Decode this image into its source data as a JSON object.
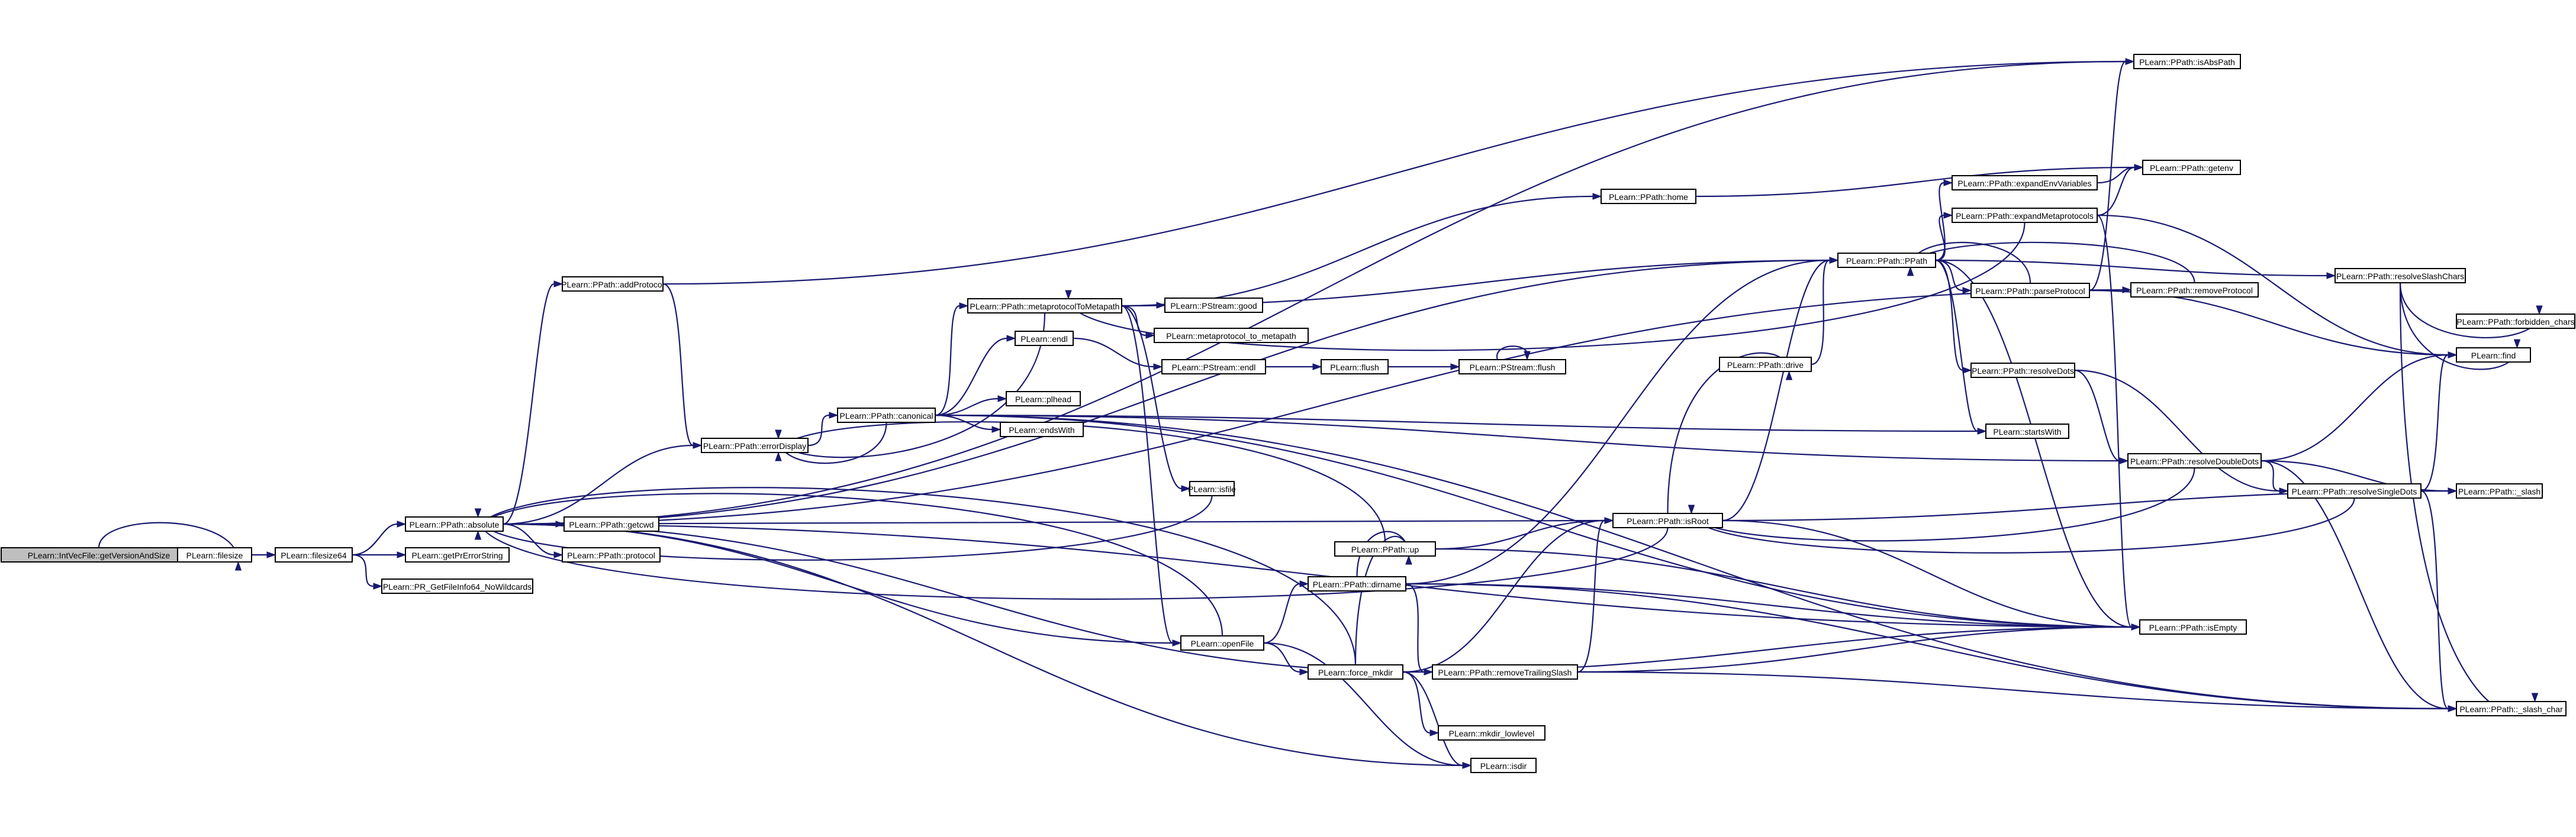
{
  "diagram": {
    "colors": {
      "edge": "#191970",
      "root_fill": "#bfbfbf",
      "node_fill": "#ffffff",
      "node_border": "#000000"
    },
    "nodes": [
      {
        "id": "root",
        "label": "PLearn::IntVecFile::getVersionAndSize"
      },
      {
        "id": "filesize",
        "label": "PLearn::filesize"
      },
      {
        "id": "filesize64",
        "label": "PLearn::filesize64"
      },
      {
        "id": "absolute",
        "label": "PLearn::PPath::absolute"
      },
      {
        "id": "getPrErrorString",
        "label": "PLearn::getPrErrorString"
      },
      {
        "id": "prgetfileinfo",
        "label": "PLearn::PR_GetFileInfo64_NoWildcards"
      },
      {
        "id": "addProtocol",
        "label": "PLearn::PPath::addProtocol"
      },
      {
        "id": "getcwd",
        "label": "PLearn::PPath::getcwd"
      },
      {
        "id": "protocol",
        "label": "PLearn::PPath::protocol"
      },
      {
        "id": "errorDisplay",
        "label": "PLearn::PPath::errorDisplay"
      },
      {
        "id": "canonical",
        "label": "PLearn::PPath::canonical"
      },
      {
        "id": "metaprotocolToMetapath",
        "label": "PLearn::PPath::metaprotocolToMetapath"
      },
      {
        "id": "endl",
        "label": "PLearn::endl"
      },
      {
        "id": "pl_head",
        "label": "PLearn::plhead"
      },
      {
        "id": "endsWith",
        "label": "PLearn::endsWith"
      },
      {
        "id": "isfile",
        "label": "PLearn::isfile"
      },
      {
        "id": "openFile",
        "label": "PLearn::openFile"
      },
      {
        "id": "pstream_good",
        "label": "PLearn::PStream::good"
      },
      {
        "id": "metaprotocol_to_metapath",
        "label": "PLearn::metaprotocol_to_metapath"
      },
      {
        "id": "pstream_endl",
        "label": "PLearn::PStream::endl"
      },
      {
        "id": "flush",
        "label": "PLearn::flush"
      },
      {
        "id": "pstream_flush",
        "label": "PLearn::PStream::flush"
      },
      {
        "id": "home",
        "label": "PLearn::PPath::home"
      },
      {
        "id": "dirname",
        "label": "PLearn::PPath::dirname"
      },
      {
        "id": "up",
        "label": "PLearn::PPath::up"
      },
      {
        "id": "force_mkdir",
        "label": "PLearn::force_mkdir"
      },
      {
        "id": "removeTrailingSlash",
        "label": "PLearn::PPath::removeTrailingSlash"
      },
      {
        "id": "mkdir_lowlevel",
        "label": "PLearn::mkdir_lowlevel"
      },
      {
        "id": "isdir",
        "label": "PLearn::isdir"
      },
      {
        "id": "drive",
        "label": "PLearn::PPath::drive"
      },
      {
        "id": "isRoot",
        "label": "PLearn::PPath::isRoot"
      },
      {
        "id": "ppath",
        "label": "PLearn::PPath::PPath"
      },
      {
        "id": "startsWith",
        "label": "PLearn::startsWith"
      },
      {
        "id": "expandEnvVariables",
        "label": "PLearn::PPath::expandEnvVariables"
      },
      {
        "id": "expandMetaprotocols",
        "label": "PLearn::PPath::expandMetaprotocols"
      },
      {
        "id": "parseProtocol",
        "label": "PLearn::PPath::parseProtocol"
      },
      {
        "id": "resolveDots",
        "label": "PLearn::PPath::resolveDots"
      },
      {
        "id": "isAbsPath",
        "label": "PLearn::PPath::isAbsPath"
      },
      {
        "id": "getenv",
        "label": "PLearn::PPath::getenv"
      },
      {
        "id": "removeProtocol",
        "label": "PLearn::PPath::removeProtocol"
      },
      {
        "id": "resolveDoubleDots",
        "label": "PLearn::PPath::resolveDoubleDots"
      },
      {
        "id": "resolveSingleDots",
        "label": "PLearn::PPath::resolveSingleDots"
      },
      {
        "id": "isEmpty",
        "label": "PLearn::PPath::isEmpty"
      },
      {
        "id": "resolveSlashChars",
        "label": "PLearn::PPath::resolveSlashChars"
      },
      {
        "id": "forbidden_chars",
        "label": "PLearn::PPath::forbidden_chars"
      },
      {
        "id": "find",
        "label": "PLearn::find"
      },
      {
        "id": "_slash",
        "label": "PLearn::PPath::_slash"
      },
      {
        "id": "_slash_char",
        "label": "PLearn::PPath::_slash_char"
      }
    ],
    "edges": [
      [
        "root",
        "filesize"
      ],
      [
        "filesize",
        "filesize64"
      ],
      [
        "filesize64",
        "absolute"
      ],
      [
        "filesize64",
        "getPrErrorString"
      ],
      [
        "filesize64",
        "prgetfileinfo"
      ],
      [
        "absolute",
        "addProtocol"
      ],
      [
        "absolute",
        "getcwd"
      ],
      [
        "absolute",
        "protocol"
      ],
      [
        "absolute",
        "errorDisplay"
      ],
      [
        "absolute",
        "isAbsPath"
      ],
      [
        "absolute",
        "ppath"
      ],
      [
        "absolute",
        "removeProtocol"
      ],
      [
        "absolute",
        "isRoot"
      ],
      [
        "absolute",
        "removeTrailingSlash"
      ],
      [
        "absolute",
        "isEmpty"
      ],
      [
        "absolute",
        "isdir"
      ],
      [
        "absolute",
        "openFile"
      ],
      [
        "addProtocol",
        "errorDisplay"
      ],
      [
        "addProtocol",
        "isAbsPath"
      ],
      [
        "errorDisplay",
        "canonical"
      ],
      [
        "canonical",
        "metaprotocolToMetapath"
      ],
      [
        "canonical",
        "errorDisplay"
      ],
      [
        "canonical",
        "endl"
      ],
      [
        "canonical",
        "pl_head"
      ],
      [
        "canonical",
        "endsWith"
      ],
      [
        "canonical",
        "startsWith"
      ],
      [
        "canonical",
        "resolveDoubleDots"
      ],
      [
        "canonical",
        "isEmpty"
      ],
      [
        "canonical",
        "_slash_char"
      ],
      [
        "metaprotocolToMetapath",
        "errorDisplay"
      ],
      [
        "metaprotocolToMetapath",
        "pstream_good"
      ],
      [
        "metaprotocolToMetapath",
        "metaprotocol_to_metapath"
      ],
      [
        "metaprotocolToMetapath",
        "home"
      ],
      [
        "metaprotocolToMetapath",
        "ppath"
      ],
      [
        "metaprotocolToMetapath",
        "isfile"
      ],
      [
        "metaprotocolToMetapath",
        "openFile"
      ],
      [
        "endl",
        "pstream_endl"
      ],
      [
        "pstream_endl",
        "flush"
      ],
      [
        "flush",
        "pstream_flush"
      ],
      [
        "pstream_flush",
        "pstream_flush"
      ],
      [
        "isfile",
        "absolute"
      ],
      [
        "home",
        "getenv"
      ],
      [
        "openFile",
        "absolute"
      ],
      [
        "openFile",
        "dirname"
      ],
      [
        "openFile",
        "force_mkdir"
      ],
      [
        "openFile",
        "isdir"
      ],
      [
        "dirname",
        "ppath"
      ],
      [
        "dirname",
        "up"
      ],
      [
        "dirname",
        "removeTrailingSlash"
      ],
      [
        "dirname",
        "isEmpty"
      ],
      [
        "dirname",
        "_slash_char"
      ],
      [
        "up",
        "errorDisplay"
      ],
      [
        "up",
        "isRoot"
      ],
      [
        "up",
        "isEmpty"
      ],
      [
        "force_mkdir",
        "absolute"
      ],
      [
        "force_mkdir",
        "up"
      ],
      [
        "force_mkdir",
        "isRoot"
      ],
      [
        "force_mkdir",
        "isEmpty"
      ],
      [
        "force_mkdir",
        "removeTrailingSlash"
      ],
      [
        "force_mkdir",
        "mkdir_lowlevel"
      ],
      [
        "force_mkdir",
        "isdir"
      ],
      [
        "removeTrailingSlash",
        "isRoot"
      ],
      [
        "removeTrailingSlash",
        "isEmpty"
      ],
      [
        "removeTrailingSlash",
        "_slash_char"
      ],
      [
        "isRoot",
        "absolute"
      ],
      [
        "isRoot",
        "drive"
      ],
      [
        "isRoot",
        "ppath"
      ],
      [
        "isRoot",
        "_slash"
      ],
      [
        "isRoot",
        "isEmpty"
      ],
      [
        "drive",
        "ppath"
      ],
      [
        "ppath",
        "expandEnvVariables"
      ],
      [
        "ppath",
        "expandMetaprotocols"
      ],
      [
        "ppath",
        "parseProtocol"
      ],
      [
        "ppath",
        "resolveDots"
      ],
      [
        "ppath",
        "resolveSlashChars"
      ],
      [
        "ppath",
        "isEmpty"
      ],
      [
        "ppath",
        "startsWith"
      ],
      [
        "expandEnvVariables",
        "getenv"
      ],
      [
        "expandMetaprotocols",
        "getenv"
      ],
      [
        "expandMetaprotocols",
        "metaprotocolToMetapath"
      ],
      [
        "expandMetaprotocols",
        "isEmpty"
      ],
      [
        "expandMetaprotocols",
        "find"
      ],
      [
        "parseProtocol",
        "isAbsPath"
      ],
      [
        "parseProtocol",
        "ppath"
      ],
      [
        "parseProtocol",
        "removeProtocol"
      ],
      [
        "parseProtocol",
        "find"
      ],
      [
        "resolveDots",
        "resolveDoubleDots"
      ],
      [
        "resolveDots",
        "resolveSingleDots"
      ],
      [
        "resolveDoubleDots",
        "isRoot"
      ],
      [
        "resolveDoubleDots",
        "find"
      ],
      [
        "resolveDoubleDots",
        "resolveSingleDots"
      ],
      [
        "resolveDoubleDots",
        "_slash"
      ],
      [
        "resolveDoubleDots",
        "_slash_char"
      ],
      [
        "resolveSingleDots",
        "isRoot"
      ],
      [
        "resolveSingleDots",
        "find"
      ],
      [
        "resolveSingleDots",
        "_slash"
      ],
      [
        "resolveSingleDots",
        "_slash_char"
      ],
      [
        "resolveSlashChars",
        "forbidden_chars"
      ],
      [
        "resolveSlashChars",
        "find"
      ],
      [
        "resolveSlashChars",
        "_slash_char"
      ],
      [
        "removeProtocol",
        "ppath"
      ]
    ]
  }
}
